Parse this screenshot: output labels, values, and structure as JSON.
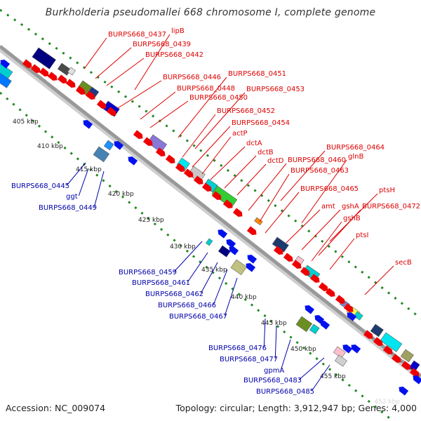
{
  "title": "Burkholderia pseudomallei 668 chromosome I, complete genome",
  "footer": {
    "accession": "Accession: NC_009074",
    "topology": "Topology: circular; Length: 3,912,947 bp; Genes: 4,000"
  },
  "watermark": "452 kbp",
  "colors": {
    "forward_label": "#dd0000",
    "reverse_label": "#0000aa",
    "backbone": "#999999",
    "dotted_track": "#228822",
    "forward_arrow": "#ee0000",
    "reverse_arrow": "#0011ee"
  },
  "kbp_ticks": [
    "405 kbp",
    "410 kbp",
    "415 kbp",
    "420 kbp",
    "425 kbp",
    "430 kbp",
    "435 kbp",
    "440 kbp",
    "445 kbp",
    "450 kbp",
    "455 kbp"
  ],
  "forward_labels": [
    "BURPS668_0437",
    "lipB",
    "BURPS668_0439",
    "BURPS668_0442",
    "BURPS668_0446",
    "BURPS668_0451",
    "BURPS668_0448",
    "BURPS668_0453",
    "BURPS668_0450",
    "BURPS668_0452",
    "BURPS668_0454",
    "actP",
    "dctA",
    "dctB",
    "dctD",
    "BURPS668_0464",
    "BURPS668_0460",
    "glnB",
    "BURPS668_0463",
    "BURPS668_0465",
    "ptsH",
    "amt",
    "gshA",
    "BURPS668_0472",
    "gshB",
    "ptsI",
    "secB"
  ],
  "reverse_labels": [
    "BURPS668_0445",
    "ggt",
    "BURPS668_0449",
    "BURPS668_0459",
    "BURPS668_0461",
    "BURPS668_0462",
    "BURPS668_0466",
    "BURPS668_0467",
    "BURPS668_0476",
    "BURPS668_0477",
    "gpmA",
    "BURPS668_0483",
    "BURPS668_0485"
  ]
}
